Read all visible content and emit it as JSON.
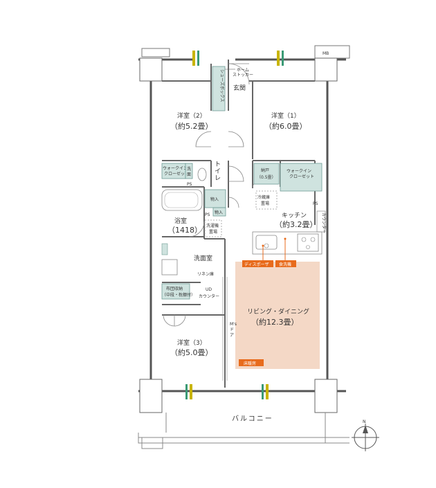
{
  "mb": "MB",
  "home_stocker": [
    "ホーム",
    "ストッカー"
  ],
  "shoes_box": "シューズボックス",
  "genkan": "玄関",
  "room2": {
    "name": "洋室（2）",
    "area": "（約5.2畳）"
  },
  "room1": {
    "name": "洋室（1）",
    "area": "（約6.0畳）"
  },
  "walkin_left": [
    "ウォークイン",
    "クローゼット"
  ],
  "walkin_right": [
    "ウォークイン",
    "クローゼット"
  ],
  "toilet": "トイレ",
  "wash_stand": [
    "洗",
    "面"
  ],
  "nando": {
    "name": "納戸",
    "area": "（0.5畳）"
  },
  "ps": "PS",
  "storage1": "物入",
  "storage2": "物入",
  "fridge": [
    "冷蔵庫",
    "置場"
  ],
  "kitchen": {
    "name": "キッチン",
    "area": "（約3.2畳）"
  },
  "counter": "カウンター",
  "bath": {
    "name": "浴室",
    "area": "（1418）"
  },
  "washer": [
    "洗濯機",
    "置場"
  ],
  "disposer": "ディスポーザ",
  "dishwasher": "食洗機",
  "senmen": "洗面室",
  "linen": "リネン庫",
  "futon": [
    "布団収納",
    "（中段・枕棚付）"
  ],
  "ud": [
    "UD",
    "カウンター"
  ],
  "living": {
    "name": "リビング・ダイニング",
    "area": "（約12.3畳）"
  },
  "msdoor": "M'sドア",
  "room3": {
    "name": "洋室（3）",
    "area": "（約5.0畳）"
  },
  "floor_heating": "床暖房",
  "balcony": "バルコニー",
  "compass": "N",
  "colors": {
    "accent": "#f4d8c6",
    "orange": "#e86b1c",
    "teal": "#cfe3df",
    "tealStroke": "#6f9c95"
  }
}
